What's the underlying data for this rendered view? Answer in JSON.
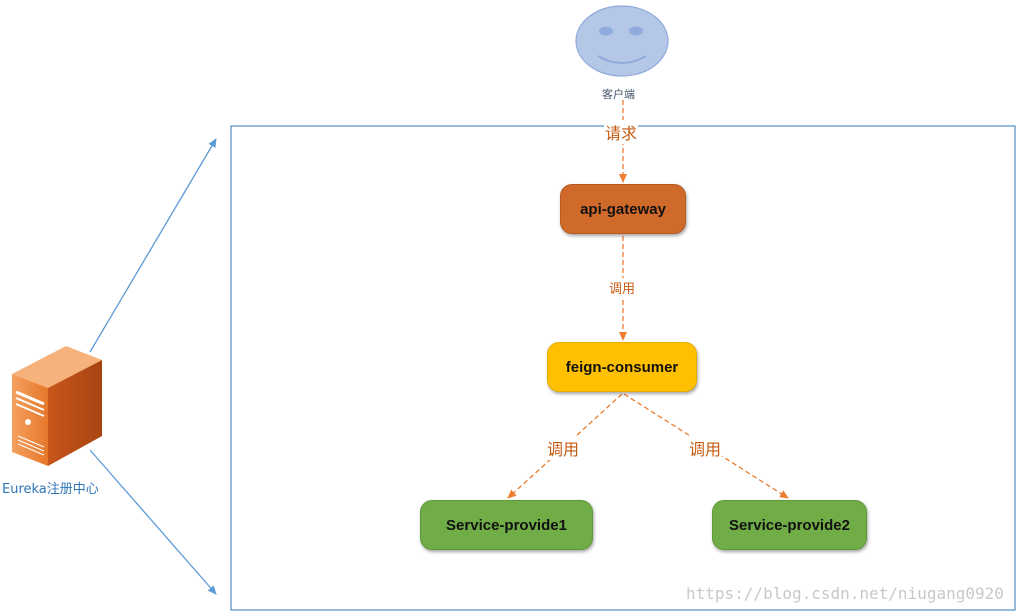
{
  "client": {
    "label": "客户端",
    "icon": "smiley-face-icon"
  },
  "registry": {
    "label": "Eureka注册中心",
    "icon": "server-icon"
  },
  "nodes": {
    "gateway": "api-gateway",
    "consumer": "feign-consumer",
    "provider1": "Service-provide1",
    "provider2": "Service-provide2"
  },
  "edges": {
    "request": "请求",
    "call_gateway_consumer": "调用",
    "call_consumer_p1": "调用",
    "call_consumer_p2": "调用"
  },
  "watermark": "https://blog.csdn.net/niugang0920",
  "colors": {
    "gateway": "#d06a2a",
    "consumer": "#ffc000",
    "provider": "#70ad47",
    "dashed_arrow": "#ed7d31",
    "blue_arrow": "#5b9bd5",
    "frame": "#2e75b6"
  }
}
